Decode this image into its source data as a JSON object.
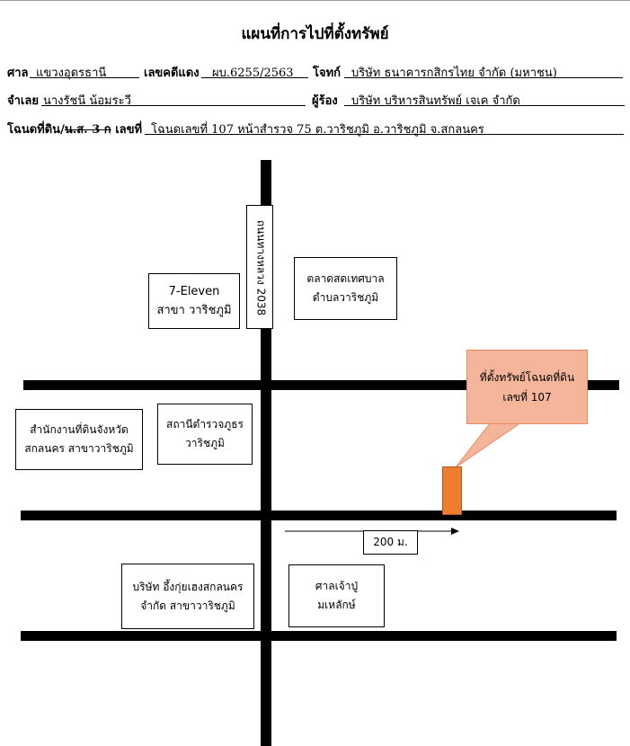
{
  "header": {
    "title": "แผนที่การไปที่ตั้งทรัพย์",
    "court_label": "ศาล",
    "court_value": "แขวงอุดรธานี",
    "case_no_label": "เลขคดีแดง",
    "case_no_value": "ผบ.6255/2563",
    "plaintiff_label": "โจทก์",
    "plaintiff_value": "บริษัท ธนาคารกสิกรไทย จำกัด (มหาชน)",
    "defendant_label": "จำเลย",
    "defendant_value": "นางรัชนี น้อมระวี",
    "buyer_label": "ผู้ร้อง",
    "buyer_value": "บริษัท บริหารสินทรัพย์ เจเค จำกัด",
    "deed_label_a": "โฉนดที่ดิน/",
    "deed_label_strike": "น.ส. 3 ก",
    "deed_label_b": "เลขที่",
    "deed_value": "โฉนดเลขที่ 107 หน้าสำรวจ 75 ต.วาริชภูมิ อ.วาริชภูมิ จ.สกลนคร"
  },
  "map": {
    "road_label": "ถนนทางหลวง 2038",
    "landmarks": {
      "seven_eleven_line1": "7-Eleven",
      "seven_eleven_line2": "สาขา วาริชภูมิ",
      "market_line1": "ตลาดสดเทศบาล",
      "market_line2": "ตำบลวาริชภูมิ",
      "land_office_line1": "สำนักงานที่ดินจังหวัด",
      "land_office_line2": "สกลนคร สาขาวาริชภูมิ",
      "police_line1": "สถานีตำรวจภูธร",
      "police_line2": "วาริชภูมิ",
      "company_line1": "บริษัท อึ้งกุ่ยเฮงสกลนคร",
      "company_line2": "จำกัด สาขาวาริชภูมิ",
      "shrine_line1": "ศาลเจ้าปู่",
      "shrine_line2": "มเหลักษ์"
    },
    "property_line1": "ที่ตั้งทรัพย์โฉนดที่ดิน",
    "property_line2": "เลขที่ 107",
    "distance": "200 ม.",
    "colors": {
      "callout_fill": "#f4b59b",
      "callout_border": "#e88a5f",
      "marker_fill": "#ee7d31",
      "road": "#000000"
    }
  }
}
